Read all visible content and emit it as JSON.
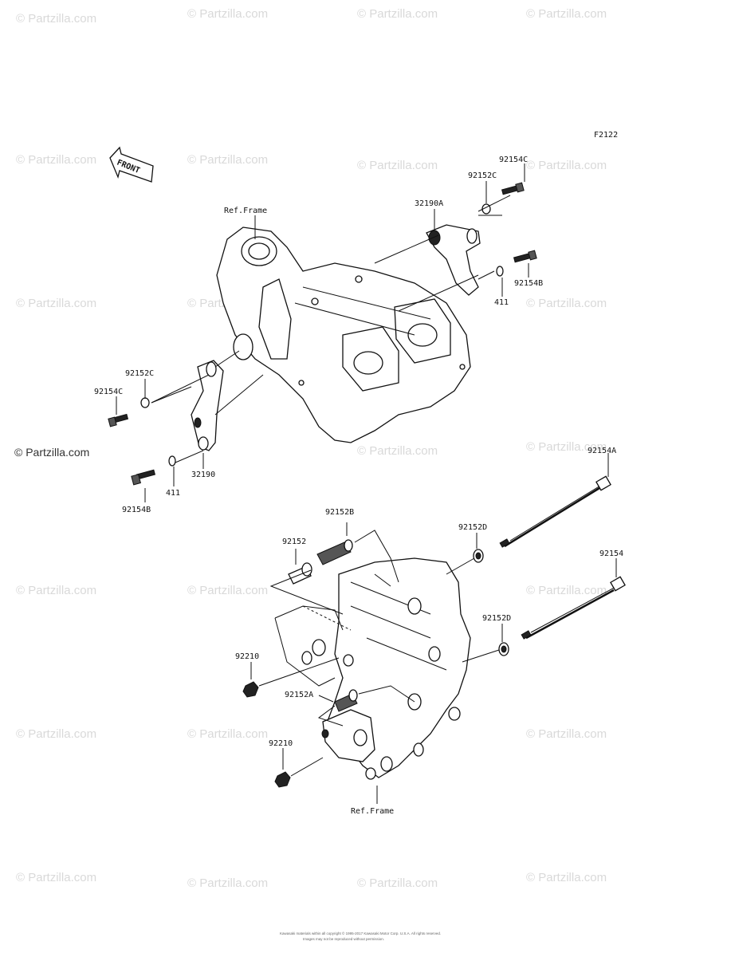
{
  "diagram_code": "F2122",
  "front_label": "FRONT",
  "watermark": "© Partzilla.com",
  "watermark_primary": "© Partzilla.com",
  "footer": {
    "line1": "Kawasaki materials within all copyright © 1995-2017 Kawasaki Motor Corp. U.S.A. All rights reserved.",
    "line2": "Images may not be reproduced without permission."
  },
  "labels": {
    "ref_frame_top": "Ref.Frame",
    "p32190A": "32190A",
    "p92152C_top": "92152C",
    "p92154C_top": "92154C",
    "p92154B_right": "92154B",
    "p411_right": "411",
    "p92152C_left": "92152C",
    "p92154C_left": "92154C",
    "p32190": "32190",
    "p411_left": "411",
    "p92154B_left": "92154B",
    "p92154A": "92154A",
    "p92152B": "92152B",
    "p92152D_upper": "92152D",
    "p92152": "92152",
    "p92154": "92154",
    "p92152D_lower": "92152D",
    "p92210_upper": "92210",
    "p92152A": "92152A",
    "p92210_lower": "92210",
    "ref_frame_bottom": "Ref.Frame"
  }
}
